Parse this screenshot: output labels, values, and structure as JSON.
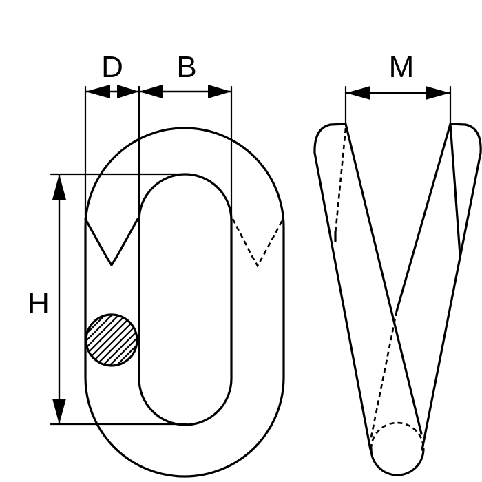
{
  "labels": {
    "D": "D",
    "B": "B",
    "H": "H",
    "M": "M"
  }
}
